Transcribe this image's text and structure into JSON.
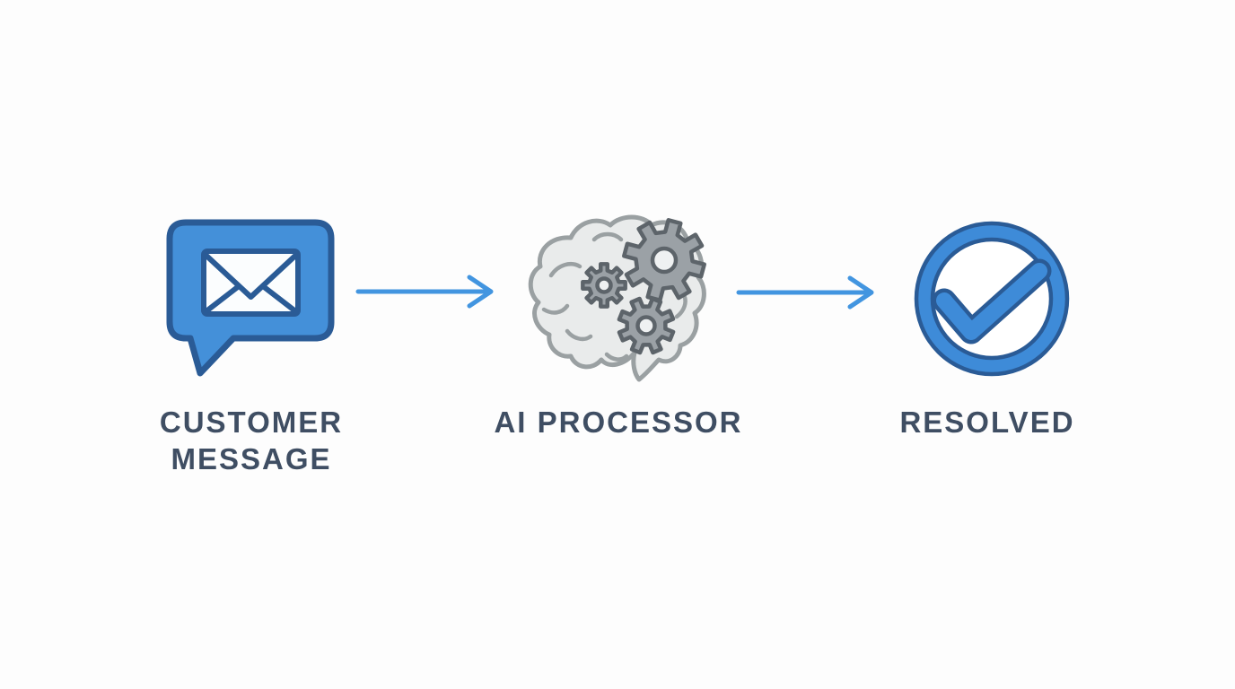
{
  "diagram": {
    "type": "process-flow",
    "steps": [
      {
        "label": "CUSTOMER MESSAGE",
        "icon": "chat-bubble-envelope-icon"
      },
      {
        "label": "AI PROCESSOR",
        "icon": "brain-gears-icon"
      },
      {
        "label": "RESOLVED",
        "icon": "check-circle-icon"
      }
    ],
    "connectors": [
      {
        "type": "arrow-right",
        "from": "CUSTOMER MESSAGE",
        "to": "AI PROCESSOR"
      },
      {
        "type": "arrow-right",
        "from": "AI PROCESSOR",
        "to": "RESOLVED"
      }
    ],
    "colors": {
      "background": "#fdfdfd",
      "accent_blue_fill": "#4490d9",
      "accent_blue_dark_stroke": "#2a5b96",
      "check_blue": "#3e8bd8",
      "arrow_blue": "#4295e0",
      "label_text": "#3f4e63",
      "brain_fill": "#e9ebeb",
      "brain_stroke": "#9aa0a2",
      "gear_fill": "#9ba1a6",
      "gear_stroke": "#5d646a",
      "gear_hole_fill": "#eff1f2",
      "envelope_fill": "#fbfdfe"
    }
  }
}
